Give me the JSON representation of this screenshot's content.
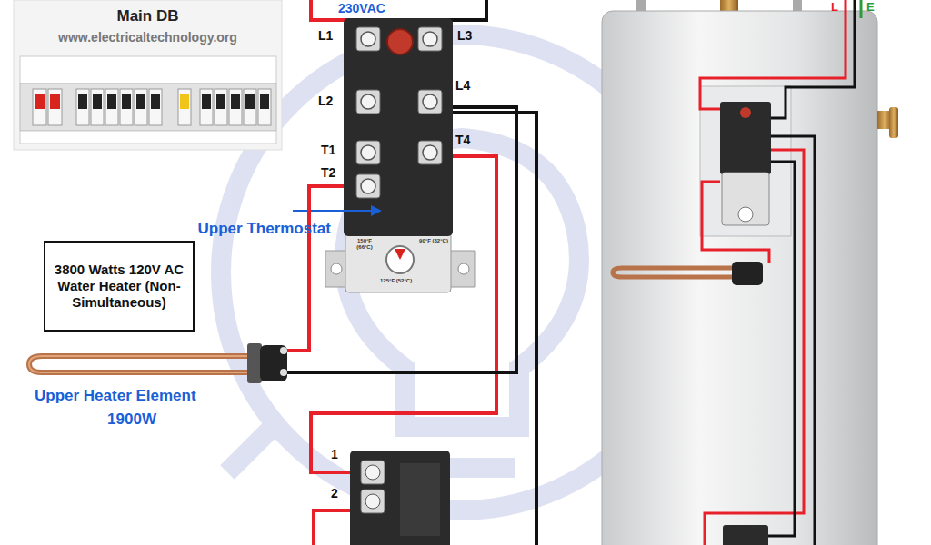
{
  "diagram": {
    "nodes": [
      {
        "text": [
          "Main DB",
          "www.electricaltechnology.org"
        ]
      },
      {
        "text": [
          "Upper Thermostat"
        ]
      },
      {
        "text": [
          "3800 Watts 120V AC Water Heater (Non-Simultaneous)"
        ]
      },
      {
        "text": [
          "Upper Heater Element",
          "1900W"
        ]
      }
    ],
    "edges": [
      {
        "from": 1,
        "to": 3,
        "arrow": "none"
      },
      {
        "from": 3,
        "to": 1,
        "arrow": "none"
      }
    ],
    "labels": [
      "230VAC",
      "L1",
      "L3",
      "L2",
      "L4",
      "T1",
      "T2",
      "T4",
      "150°F (66°C)",
      "90°F (32°C)",
      "125°F (52°C)",
      "1",
      "2",
      "L",
      "E"
    ]
  }
}
